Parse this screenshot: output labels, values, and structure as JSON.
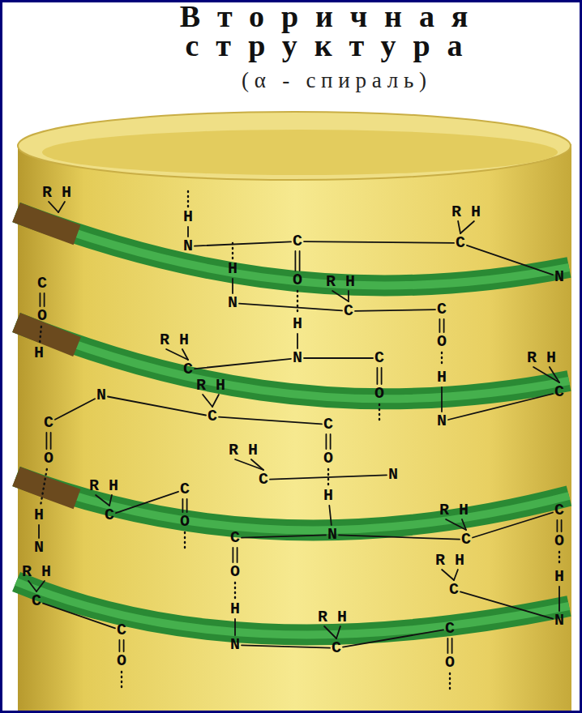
{
  "diagram": {
    "title": "Вторичная структура",
    "labels": [
      "(α - спираль)",
      "R H",
      "H",
      "N",
      "C",
      "R H",
      "C",
      "N",
      "C",
      "H",
      "N",
      "O",
      "R H",
      "C",
      "C",
      "O",
      "H",
      "R H",
      "C",
      "H",
      "N",
      "C",
      "O",
      "H",
      "R H",
      "C",
      "N",
      "R H",
      "C",
      "C",
      "O",
      "N",
      "C",
      "O",
      "R H",
      "C",
      "N",
      "O",
      "H",
      "R H",
      "C",
      "C",
      "O",
      "H",
      "N",
      "R H",
      "C",
      "C",
      "O",
      "N",
      "C",
      "O",
      "R H",
      "C",
      "R H",
      "C",
      "H",
      "N",
      "H",
      "N",
      "R H",
      "C",
      "C",
      "O",
      "C",
      "O"
    ]
  }
}
